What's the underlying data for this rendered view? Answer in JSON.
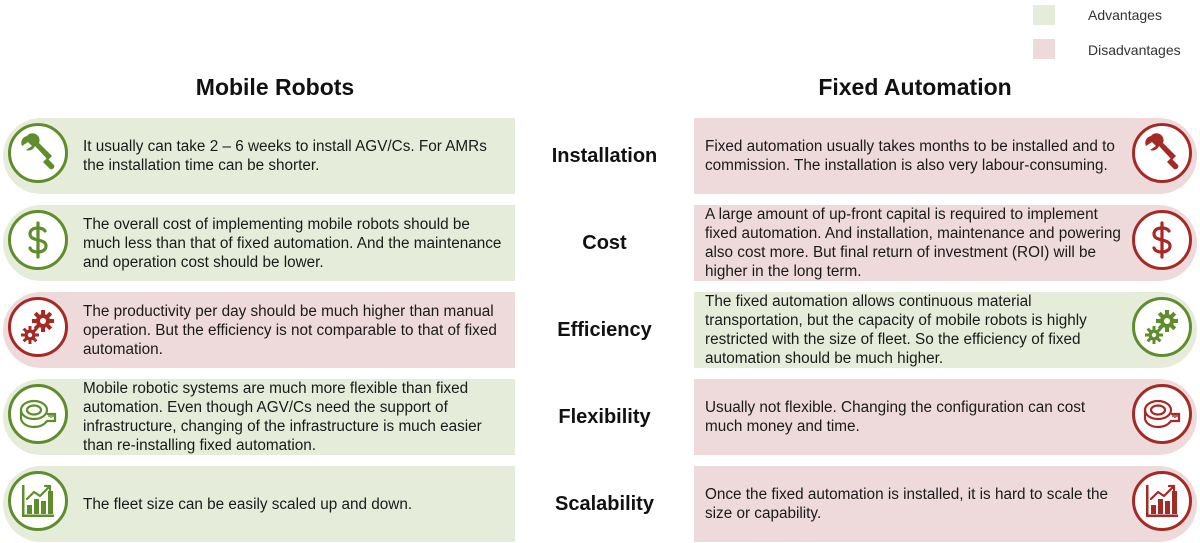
{
  "colors": {
    "advantage": "#e5ecda",
    "disadvantage": "#eedada",
    "green_icon": "#5f8d2c",
    "red_icon": "#a52a25"
  },
  "legend": [
    {
      "label": "Advantages",
      "type": "advantage"
    },
    {
      "label": "Disadvantages",
      "type": "disadvantage"
    }
  ],
  "columns": {
    "left_title": "Mobile Robots",
    "right_title": "Fixed Automation"
  },
  "rows": [
    {
      "criterion": "Installation",
      "left": {
        "type": "advantage",
        "icon": "wrench-icon",
        "text": "It usually can take 2 – 6 weeks to install AGV/Cs. For AMRs the installation time can be shorter."
      },
      "right": {
        "type": "disadvantage",
        "icon": "wrench-icon",
        "text": "Fixed automation usually takes months to be installed and to commission. The installation is also very labour-consuming."
      }
    },
    {
      "criterion": "Cost",
      "left": {
        "type": "advantage",
        "icon": "dollar-icon",
        "text": "The overall cost of implementing mobile robots should be much less than that of fixed automation. And the maintenance and operation cost should be lower."
      },
      "right": {
        "type": "disadvantage",
        "icon": "dollar-icon",
        "text": "A large amount of up-front capital is required to implement fixed automation. And installation, maintenance and powering also cost more. But final return of investment (ROI) will be higher in the long term."
      }
    },
    {
      "criterion": "Efficiency",
      "left": {
        "type": "disadvantage",
        "icon": "gears-icon",
        "text": "The productivity per day should be much higher than manual operation. But the efficiency is not comparable to that of fixed automation."
      },
      "right": {
        "type": "advantage",
        "icon": "gears-icon",
        "text": "The fixed automation allows continuous material transportation, but the capacity of mobile robots is highly restricted with the size of fleet. So the efficiency of fixed automation should be much higher."
      }
    },
    {
      "criterion": "Flexibility",
      "left": {
        "type": "advantage",
        "icon": "tape-measure-icon",
        "text": "Mobile robotic systems are much more flexible than fixed automation. Even though AGV/Cs need the support of infrastructure, changing of the infrastructure is much easier than re-installing fixed automation."
      },
      "right": {
        "type": "disadvantage",
        "icon": "tape-measure-icon",
        "text": "Usually not flexible. Changing the configuration can cost much money and time."
      }
    },
    {
      "criterion": "Scalability",
      "left": {
        "type": "advantage",
        "icon": "growth-chart-icon",
        "text": "The fleet size can be easily scaled up and down."
      },
      "right": {
        "type": "disadvantage",
        "icon": "growth-chart-icon",
        "text": "Once the fixed automation is installed, it is hard to scale the size or capability."
      }
    }
  ]
}
